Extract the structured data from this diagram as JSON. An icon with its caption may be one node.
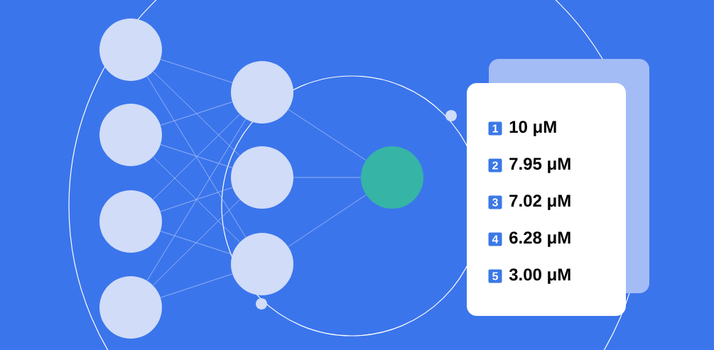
{
  "diagram": {
    "nodes": [
      {
        "text": [],
        "shape": "circle"
      },
      {
        "text": [],
        "shape": "circle"
      },
      {
        "text": [],
        "shape": "circle"
      },
      {
        "text": [],
        "shape": "circle"
      },
      {
        "text": [],
        "shape": "circle"
      },
      {
        "text": [],
        "shape": "circle"
      },
      {
        "text": [],
        "shape": "circle"
      },
      {
        "text": [],
        "shape": "circle"
      },
      {
        "text": [
          "1",
          "10 μM",
          "2",
          "7.95 μM",
          "3",
          "7.02 μM",
          "4",
          "6.28 μM",
          "5",
          "3.00 μM"
        ]
      }
    ],
    "edges": [
      {
        "from": 0,
        "to": 4,
        "arrow": "none"
      },
      {
        "from": 0,
        "to": 5,
        "arrow": "none"
      },
      {
        "from": 0,
        "to": 6,
        "arrow": "none"
      },
      {
        "from": 1,
        "to": 4,
        "arrow": "none"
      },
      {
        "from": 1,
        "to": 5,
        "arrow": "none"
      },
      {
        "from": 1,
        "to": 6,
        "arrow": "none"
      },
      {
        "from": 2,
        "to": 4,
        "arrow": "none"
      },
      {
        "from": 2,
        "to": 5,
        "arrow": "none"
      },
      {
        "from": 2,
        "to": 6,
        "arrow": "none"
      },
      {
        "from": 3,
        "to": 4,
        "arrow": "none"
      },
      {
        "from": 3,
        "to": 5,
        "arrow": "none"
      },
      {
        "from": 3,
        "to": 6,
        "arrow": "none"
      },
      {
        "from": 4,
        "to": 7,
        "arrow": "none"
      },
      {
        "from": 5,
        "to": 7,
        "arrow": "none"
      },
      {
        "from": 6,
        "to": 7,
        "arrow": "none"
      }
    ]
  }
}
